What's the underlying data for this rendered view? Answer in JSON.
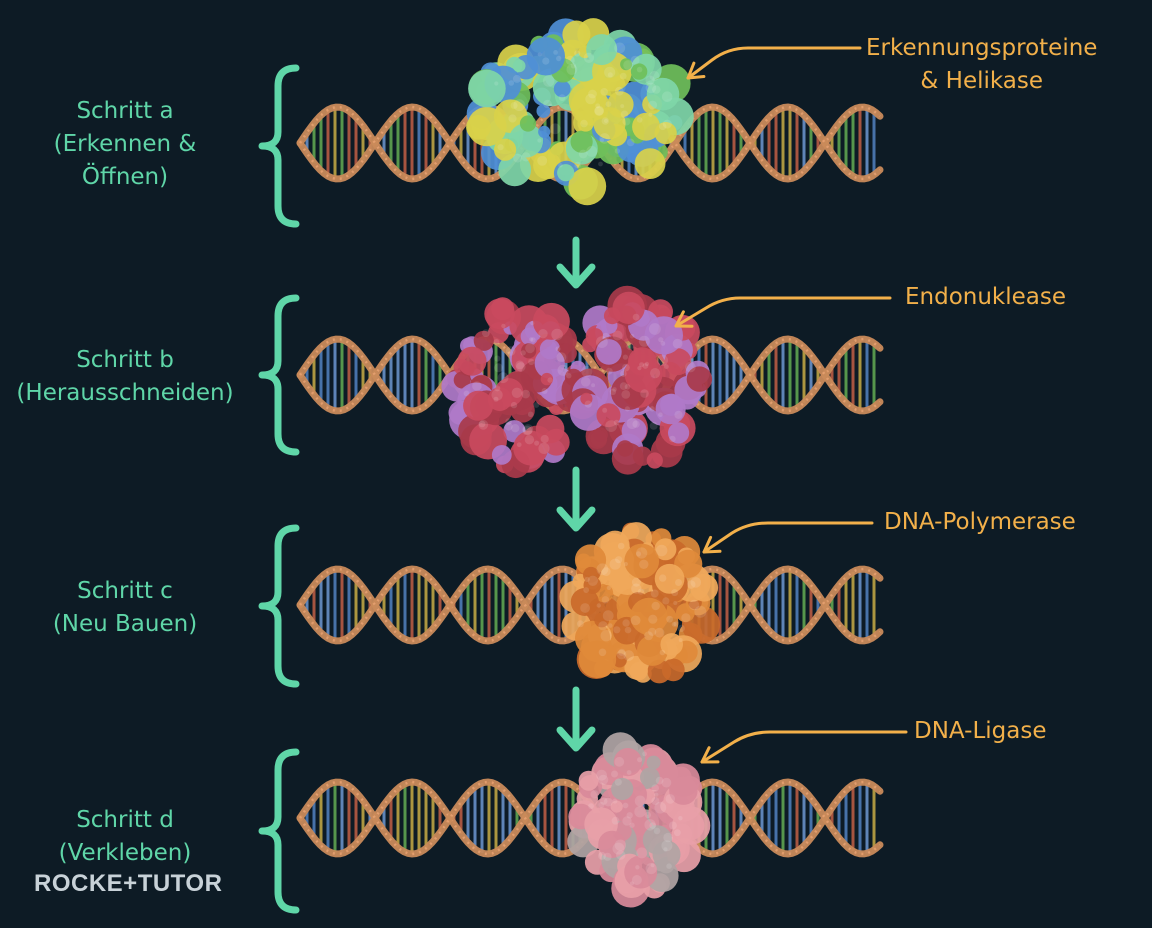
{
  "steps": [
    {
      "line1": "Schritt a",
      "line2": "(Erkennen &",
      "line3": "Öffnen)",
      "protein": {
        "line1": "Erkennungsproteine",
        "line2": "& Helikase"
      }
    },
    {
      "line1": "Schritt b",
      "line2": "(Herausschneiden)",
      "protein": {
        "line1": "Endonuklease"
      }
    },
    {
      "line1": "Schritt c",
      "line2": "(Neu Bauen)",
      "protein": {
        "line1": "DNA-Polymerase"
      }
    },
    {
      "line1": "Schritt d",
      "line2": "(Verkleben)",
      "protein": {
        "line1": "DNA-Ligase"
      }
    }
  ],
  "logo": {
    "text": "ROCKE+TUTOR"
  },
  "colors": {
    "background": "#0d1b25",
    "step_text": "#5fd6a8",
    "protein_text": "#f2b04a",
    "dna_backbone": "#c98a5a",
    "helicase": [
      "#4f8fd6",
      "#6fbf5a",
      "#d9d14a",
      "#7fd6a8"
    ],
    "endonuclease": [
      "#c94a5e",
      "#b07ac9",
      "#a83a4a"
    ],
    "polymerase": [
      "#e08a3a",
      "#c9692a",
      "#f0a85a"
    ],
    "ligase": [
      "#d98a9a",
      "#b0a4a4",
      "#e8a0a8"
    ]
  }
}
